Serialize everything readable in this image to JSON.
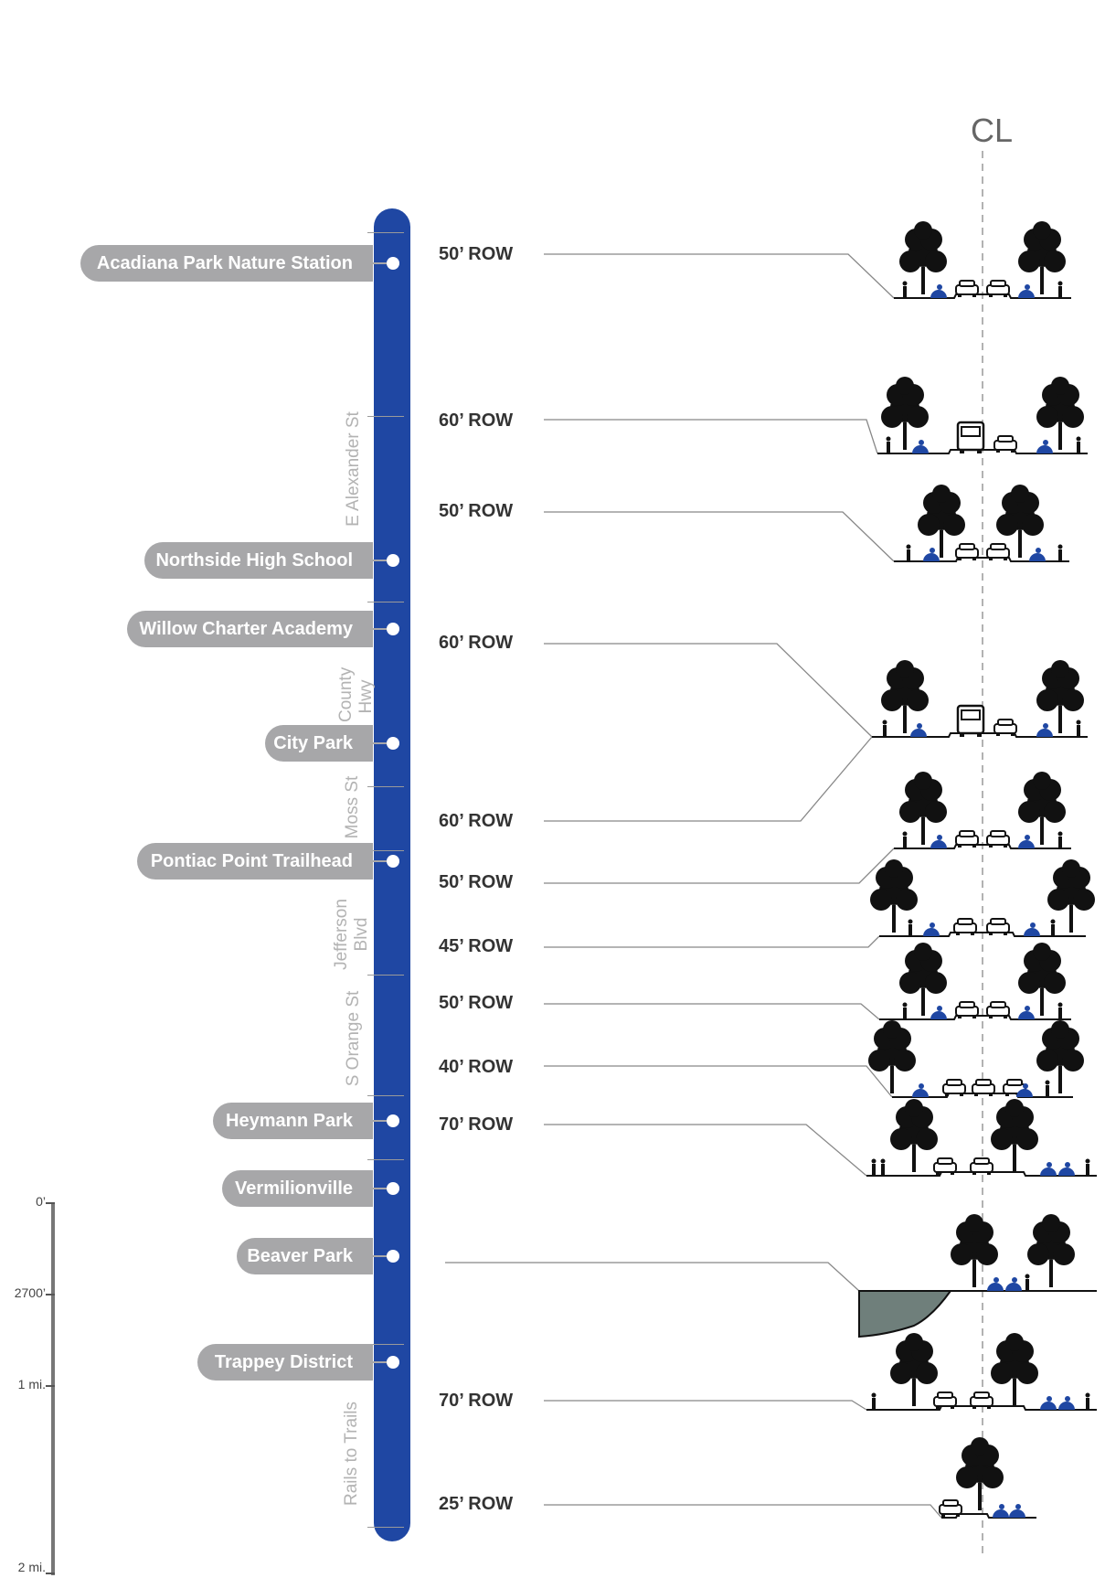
{
  "centerline_symbol": "CL",
  "stops": [
    {
      "name": "Acadiana Park Nature Station"
    },
    {
      "name": "Northside High School"
    },
    {
      "name": "Willow Charter Academy"
    },
    {
      "name": "City Park"
    },
    {
      "name": "Pontiac Point Trailhead"
    },
    {
      "name": "Heymann Park"
    },
    {
      "name": "Vermilionville"
    },
    {
      "name": "Beaver Park"
    },
    {
      "name": "Trappey  District"
    }
  ],
  "segments": [
    {
      "name": "E Alexander St"
    },
    {
      "name": "County Hwy"
    },
    {
      "name": "Moss St"
    },
    {
      "name": "Jefferson Blvd"
    },
    {
      "name": "S Orange St"
    },
    {
      "name": "Rails to Trails"
    }
  ],
  "row_labels": [
    {
      "text": "50’ ROW"
    },
    {
      "text": "60’ ROW"
    },
    {
      "text": "50’ ROW"
    },
    {
      "text": "60’ ROW"
    },
    {
      "text": "60’ ROW"
    },
    {
      "text": "50’ ROW"
    },
    {
      "text": "45’ ROW"
    },
    {
      "text": "50’ ROW"
    },
    {
      "text": "40’ ROW"
    },
    {
      "text": "70’ ROW"
    },
    {
      "text": "70’ ROW"
    },
    {
      "text": "25’ ROW"
    }
  ],
  "scale": {
    "labels": [
      "0’",
      "2700’",
      "1 mi.",
      "2 mi."
    ]
  },
  "colors": {
    "spine": "#1f47a3",
    "pill": "#a7a7a9",
    "tree": "#111111",
    "accent": "#1f47a3",
    "water": "#6f7f7b"
  }
}
